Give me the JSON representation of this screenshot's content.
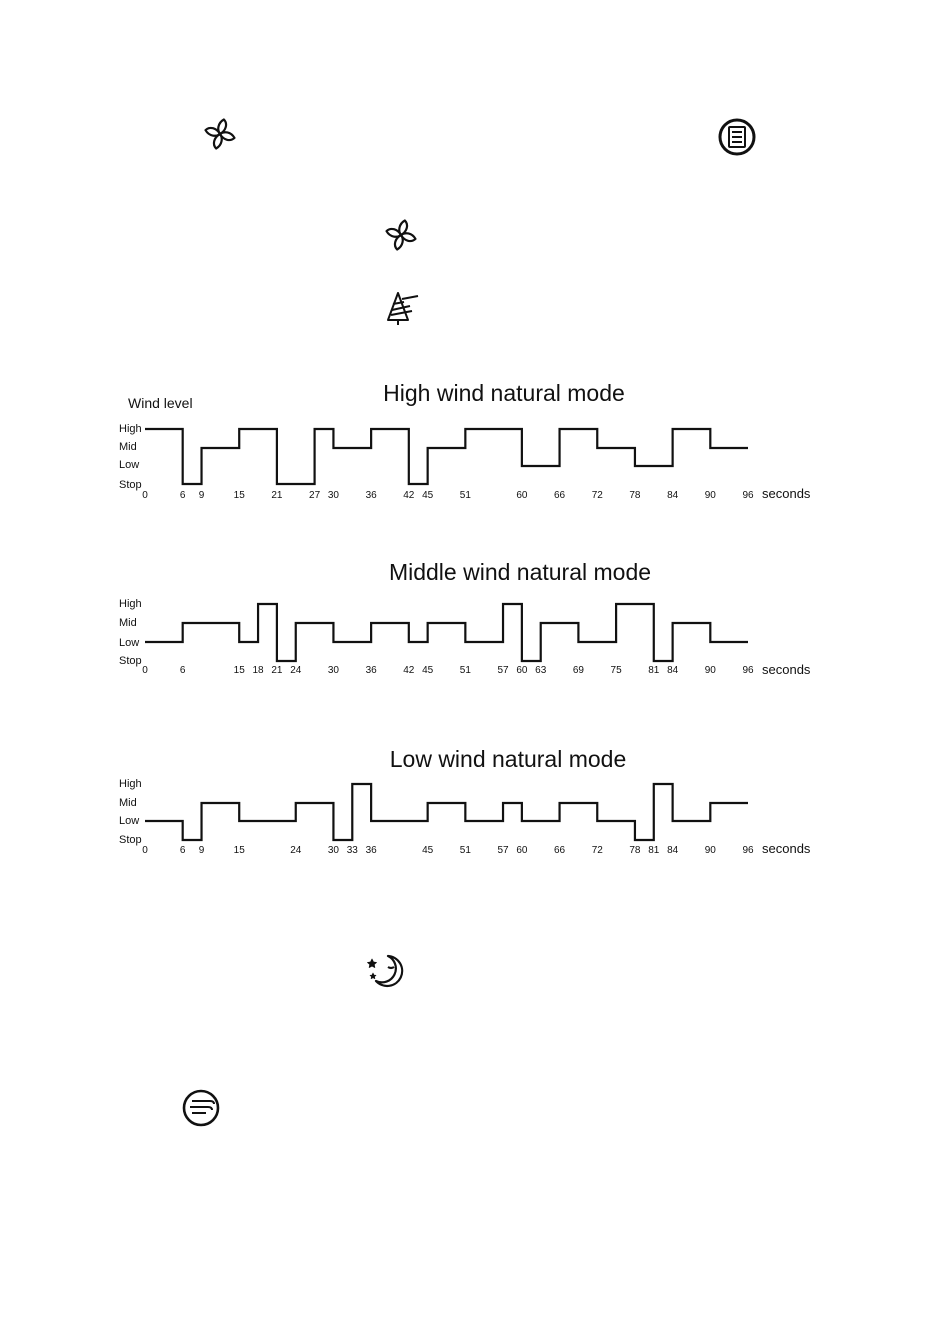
{
  "icons": {
    "fan_top": "fan-icon",
    "menu": "menu-icon",
    "fan_mid": "fan-icon",
    "natural_wind": "natural-wind-icon",
    "sleep": "sleep-icon",
    "swing": "swing-icon"
  },
  "chart_data": [
    {
      "type": "line",
      "step": true,
      "title": "High wind natural mode",
      "ylabel": "Wind level",
      "xlabel": "seconds",
      "levels": [
        "Stop",
        "Low",
        "Mid",
        "High"
      ],
      "x": [
        0,
        6,
        9,
        15,
        21,
        27,
        30,
        36,
        42,
        45,
        51,
        60,
        66,
        72,
        78,
        84,
        90,
        96
      ],
      "tick_labels": [
        "0",
        "6",
        "9",
        "15",
        "21",
        "27",
        "30",
        "36",
        "42",
        "45",
        "51",
        "60",
        "66",
        "72",
        "78",
        "84",
        "90",
        "96"
      ],
      "values": [
        "High",
        "Stop",
        "Mid",
        "High",
        "Stop",
        "High",
        "Mid",
        "High",
        "Stop",
        "Mid",
        "High",
        "Low",
        "High",
        "Mid",
        "Low",
        "High",
        "Mid",
        "Mid"
      ],
      "xlim": [
        0,
        96
      ],
      "grid": false
    },
    {
      "type": "line",
      "step": true,
      "title": "Middle wind natural mode",
      "ylabel": "",
      "xlabel": "seconds",
      "levels": [
        "Stop",
        "Low",
        "Mid",
        "High"
      ],
      "x": [
        0,
        6,
        15,
        18,
        21,
        24,
        30,
        36,
        42,
        45,
        51,
        57,
        60,
        63,
        69,
        75,
        81,
        84,
        90,
        96
      ],
      "tick_labels": [
        "0",
        "6",
        "15",
        "18",
        "21",
        "24",
        "30",
        "36",
        "42",
        "45",
        "51",
        "57",
        "60",
        "63",
        "69",
        "75",
        "81",
        "84",
        "90",
        "96"
      ],
      "values": [
        "Low",
        "Mid",
        "Low",
        "High",
        "Stop",
        "Mid",
        "Low",
        "Mid",
        "Low",
        "Mid",
        "Low",
        "High",
        "Stop",
        "Mid",
        "Low",
        "High",
        "Stop",
        "Mid",
        "Low",
        "Low"
      ],
      "xlim": [
        0,
        96
      ],
      "grid": false
    },
    {
      "type": "line",
      "step": true,
      "title": "Low wind natural mode",
      "ylabel": "",
      "xlabel": "seconds",
      "levels": [
        "Stop",
        "Low",
        "Mid",
        "High"
      ],
      "x": [
        0,
        6,
        9,
        15,
        24,
        30,
        33,
        36,
        45,
        51,
        57,
        60,
        66,
        72,
        78,
        81,
        84,
        90,
        96
      ],
      "tick_labels": [
        "0",
        "6",
        "9",
        "15",
        "24",
        "30",
        "33",
        "36",
        "45",
        "51",
        "57",
        "60",
        "66",
        "72",
        "78",
        "81",
        "84",
        "90",
        "96"
      ],
      "values": [
        "Low",
        "Stop",
        "Mid",
        "Low",
        "Mid",
        "Stop",
        "High",
        "Low",
        "Mid",
        "Low",
        "Mid",
        "Low",
        "Mid",
        "Low",
        "Stop",
        "High",
        "Low",
        "Mid",
        "Mid"
      ],
      "xlim": [
        0,
        96
      ],
      "grid": false
    }
  ]
}
